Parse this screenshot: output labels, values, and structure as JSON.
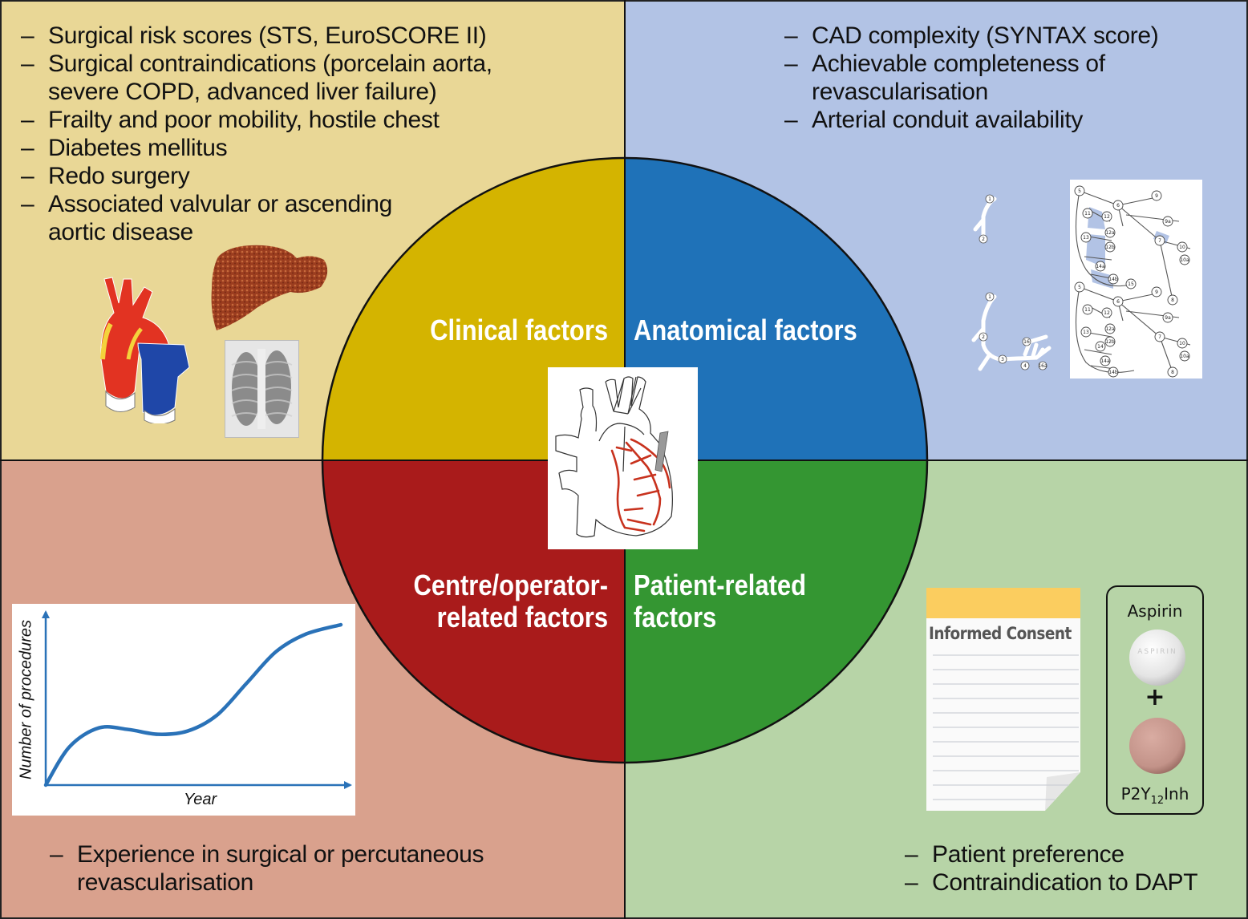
{
  "title": "Factors influencing choice of revascularisation strategy",
  "quadrants": {
    "clinical": {
      "label": "Clinical factors",
      "color": "#d4b400",
      "background": "#e9d796",
      "items": [
        "Surgical risk scores (STS, EuroSCORE II)",
        "Surgical contraindications (porcelain aorta, severe COPD, advanced liver failure)",
        "Frailty and poor mobility, hostile chest",
        "Diabetes mellitus",
        "Redo surgery",
        "Associated valvular or ascending aortic disease"
      ],
      "illustrations": [
        "aorta-icon",
        "liver-icon",
        "chest-xray-icon"
      ]
    },
    "anatomical": {
      "label": "Anatomical factors",
      "color": "#1f72b8",
      "background": "#b2c3e5",
      "items": [
        "CAD complexity (SYNTAX score)",
        "Achievable completeness of revascularisation",
        "Arterial conduit availability"
      ],
      "illustrations": [
        "coronary-tree-diagram",
        "syntax-segment-diagram"
      ],
      "segment_labels": [
        "1",
        "2",
        "3",
        "4",
        "5",
        "6",
        "7",
        "8",
        "9",
        "9a",
        "10",
        "10a",
        "11",
        "12",
        "12a",
        "12b",
        "13",
        "14",
        "14a",
        "14b",
        "15",
        "16",
        "16a",
        "16b",
        "16c"
      ]
    },
    "centre": {
      "label_line1": "Centre/operator-",
      "label_line2": "related factors",
      "color": "#a91b1b",
      "background": "#d9a18d",
      "items": [
        "Experience in surgical or percutaneous revascularisation"
      ]
    },
    "patient": {
      "label_line1": "Patient-related",
      "label_line2": "factors",
      "color": "#349632",
      "background": "#b7d4a7",
      "items": [
        "Patient preference",
        "Contraindication to DAPT"
      ],
      "consent_title": "Informed Consent",
      "drug_top": "Aspirin",
      "pill_engraving": "ASPIRIN",
      "plus": "+",
      "drug_bottom_base": "P2Y",
      "drug_bottom_sub": "12",
      "drug_bottom_suffix": "Inh"
    }
  },
  "chart_data": {
    "type": "line",
    "title": "",
    "xlabel": "Year",
    "ylabel": "Number of procedures",
    "xlim": [
      0,
      100
    ],
    "ylim": [
      0,
      100
    ],
    "grid": false,
    "series": [
      {
        "name": "procedures",
        "color": "#2a72b8",
        "x": [
          0,
          8,
          18,
          28,
          38,
          48,
          58,
          68,
          78,
          88,
          100
        ],
        "y": [
          0,
          24,
          36,
          35,
          32,
          34,
          44,
          64,
          84,
          95,
          101
        ]
      }
    ]
  }
}
